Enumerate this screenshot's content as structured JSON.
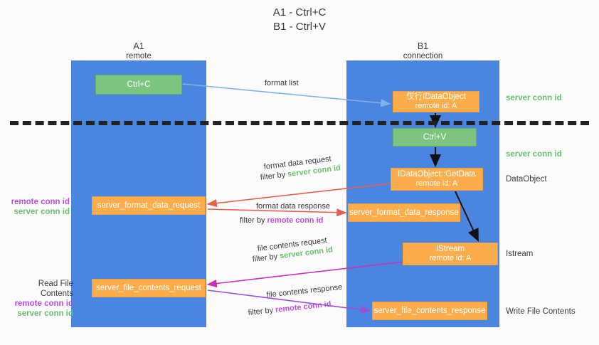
{
  "title": {
    "line1": "A1 - Ctrl+C",
    "line2": "B1 - Ctrl+V"
  },
  "lanes": [
    {
      "name": "A1",
      "sub": "remote",
      "color": "#4a86e0"
    },
    {
      "name": "B1",
      "sub": "connection",
      "color": "#4a86e0"
    }
  ],
  "colors": {
    "lane": "#4a86e0",
    "green_node": "#7cc47f",
    "orange_node": "#fbad4b",
    "server_conn_id": "#6abf6e",
    "remote_conn_id": "#b84fd6",
    "arrow_blue": "#7fb2e8",
    "arrow_red": "#e8604c",
    "arrow_magenta": "#cc30b8",
    "arrow_purple": "#9b4fd6",
    "arrow_black": "#111111",
    "divider": "#222222"
  },
  "nodes": {
    "ctrl_c": {
      "label": "Ctrl+C",
      "style": "green"
    },
    "data_object": {
      "label": "仅行IDataObject",
      "sub": "remote id: A",
      "style": "orange"
    },
    "ctrl_v": {
      "label": "Ctrl+V",
      "style": "green"
    },
    "get_data": {
      "label": "IDataObject::GetData",
      "sub": "remote id: A",
      "style": "orange"
    },
    "server_format_data_request": {
      "label": "server_format_data_request",
      "style": "orange"
    },
    "server_format_data_response": {
      "label": "server_format_data_response",
      "style": "orange"
    },
    "istream": {
      "label": "IStream",
      "sub": "remote id: A",
      "style": "orange"
    },
    "server_file_contents_request": {
      "label": "server_file_contents_request",
      "style": "orange"
    },
    "server_file_contents_response": {
      "label": "server_file_contents_response",
      "style": "orange"
    }
  },
  "side_labels": {
    "server_conn_id_1": "server conn id",
    "server_conn_id_2": "server conn id",
    "data_object": "DataObject",
    "istream": "Istream",
    "write_file_contents": "Write File Contents",
    "read_file_contents": "Read File Contents",
    "remote_conn_id": "remote conn id",
    "server_conn_id": "server conn id"
  },
  "edges": {
    "format_list": "format list",
    "format_data_request": "format data request",
    "format_data_request_filter_prefix": "filter by ",
    "format_data_request_filter_value": "server conn id",
    "format_data_response": "format data response",
    "format_data_response_filter_prefix": "filter by ",
    "format_data_response_filter_value": "remote conn id",
    "file_contents_request": "file contents request",
    "file_contents_request_filter_prefix": "filter by ",
    "file_contents_request_filter_value": "server conn id",
    "file_contents_response": "file contents response",
    "file_contents_response_filter_prefix": "filter by ",
    "file_contents_response_filter_value": "remote conn id"
  }
}
